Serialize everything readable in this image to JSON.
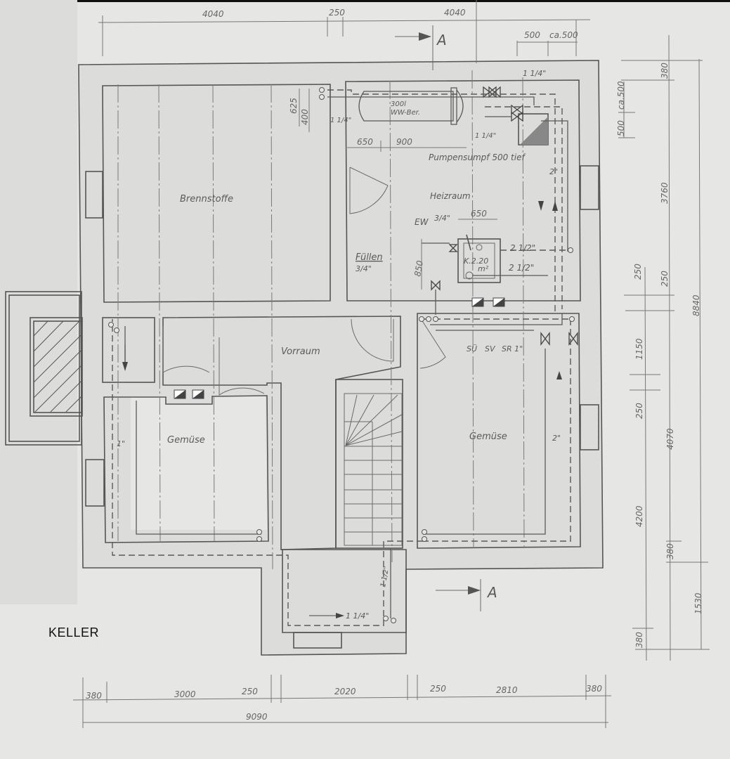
{
  "title": "KELLER",
  "section_marker": "A",
  "rooms": {
    "brennstoffe": "Brennstoffe",
    "heizraum": "Heizraum",
    "vorraum": "Vorraum",
    "gemuese_left": "Gemüse",
    "gemuese_right": "Gemüse"
  },
  "equipment": {
    "boiler_tank_line1": "300l",
    "boiler_tank_line2": "WW-Ber.",
    "boiler_line1": "K.2.20",
    "boiler_line2": "m²",
    "pump_sump": "Pumpensumpf 500 tief",
    "ew": "EW",
    "ew_size": "3/4\"",
    "fill": "Füllen",
    "fill_size": "3/4\"",
    "su": "SÜ",
    "sv": "SV",
    "sr": "SR 1\""
  },
  "pipe_sizes": {
    "p_1_1_4_top": "1 1/4\"",
    "p_1_1_4_left": "1 1/4\"",
    "p_1_1_4_mid": "1 1/4\"",
    "p_2_right_top": "2\"",
    "p_2_1_2_a": "2 1/2\"",
    "p_2_1_2_b": "2 1/2\"",
    "p_1_left": "1\"",
    "p_2_right_low": "2\"",
    "p_1_1_2_bottom": "1 1/2\"",
    "p_1_1_4_bottom": "1 1/4\""
  },
  "dimensions": {
    "top": [
      "4040",
      "250",
      "4040"
    ],
    "top_right": [
      "500",
      "ca.500"
    ],
    "inner_top": [
      "650",
      "900"
    ],
    "inner_left": [
      "625",
      "400"
    ],
    "boiler_width": "650",
    "boiler_height": "850",
    "right_outer": [
      "380",
      "3760",
      "250",
      "4070",
      "380",
      "1530"
    ],
    "right_total": "8840",
    "right_inner": [
      "500",
      "ca.500",
      "250",
      "1150",
      "250",
      "4200",
      "380"
    ],
    "bottom": [
      "380",
      "3000",
      "250",
      "2020",
      "250",
      "2810",
      "380"
    ],
    "bottom_total": "9090"
  },
  "colors": {
    "paper": "#e6e6e4",
    "line": "#555555",
    "text": "#111111"
  }
}
